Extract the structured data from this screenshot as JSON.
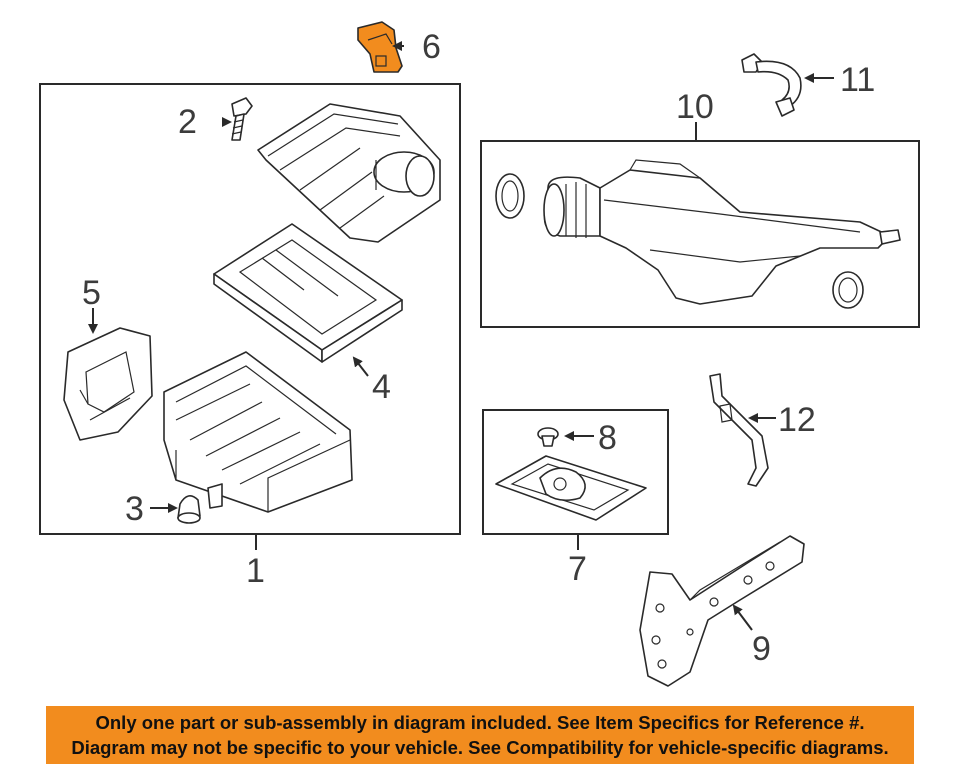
{
  "callouts": {
    "c1": "1",
    "c2": "2",
    "c3": "3",
    "c4": "4",
    "c5": "5",
    "c6": "6",
    "c7": "7",
    "c8": "8",
    "c9": "9",
    "c10": "10",
    "c11": "11",
    "c12": "12"
  },
  "highlight_color": "#f28c1e",
  "notice": {
    "line1": "Only one part or sub-assembly in diagram included. See Item Specifics for Reference #.",
    "line2": "Diagram may not be specific to your vehicle. See Compatibility for vehicle-specific diagrams."
  }
}
